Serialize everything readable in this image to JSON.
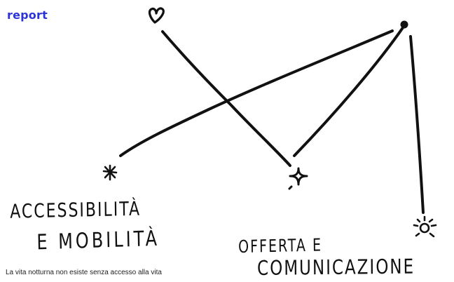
{
  "brand": {
    "name": "report",
    "color": "#2b34d6"
  },
  "diagram": {
    "nodes": [
      {
        "id": "heart",
        "icon": "heart-icon"
      },
      {
        "id": "dot",
        "icon": "dot-icon"
      },
      {
        "id": "asterisk",
        "icon": "asterisk-icon"
      },
      {
        "id": "sparkle",
        "icon": "sparkle-icon"
      },
      {
        "id": "sun",
        "icon": "sun-icon"
      }
    ],
    "links": [
      {
        "from": "heart",
        "to": "sparkle"
      },
      {
        "from": "dot",
        "to": "asterisk"
      },
      {
        "from": "dot",
        "to": "sparkle"
      },
      {
        "from": "dot",
        "to": "sun"
      }
    ],
    "ink_color": "#111111"
  },
  "labels": {
    "accessibility_line1": "ACCESSIBILITÀ",
    "accessibility_line2": "E MOBILITÀ",
    "offer_line1": "OFFERTA E",
    "offer_line2": "COMUNICAZIONE"
  },
  "caption": "La vita notturna non esiste senza accesso alla vita"
}
